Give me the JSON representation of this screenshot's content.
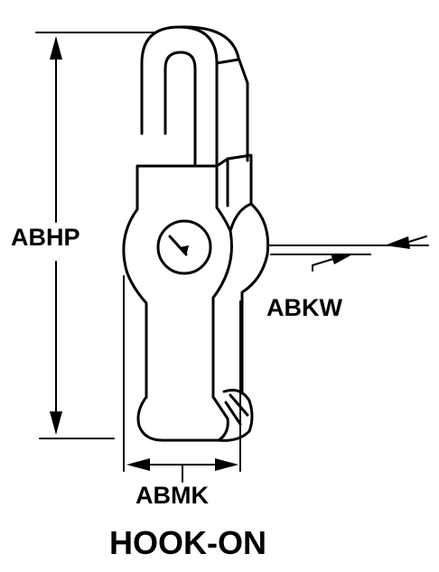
{
  "diagram": {
    "labels": {
      "height_dim": "ABHP",
      "width_dim": "ABKW",
      "depth_dim": "ABMK",
      "title": "HOOK-ON"
    },
    "colors": {
      "ink": "#000000",
      "paper": "#ffffff"
    }
  }
}
